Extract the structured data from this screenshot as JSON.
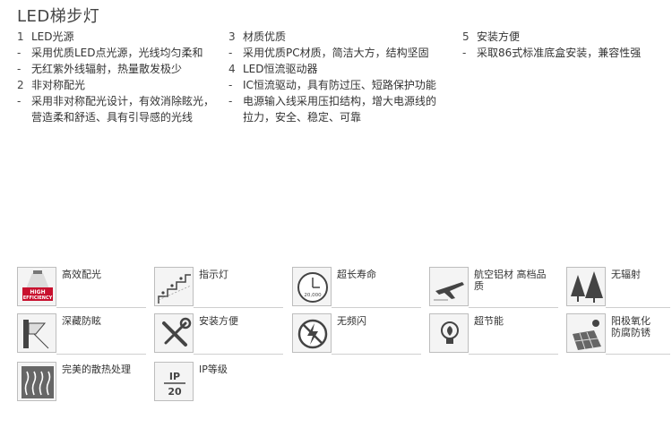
{
  "title": "LED梯步灯",
  "columns": [
    [
      {
        "m": "1",
        "t": "LED光源"
      },
      {
        "m": "-",
        "t": "采用优质LED点光源，光线均匀柔和"
      },
      {
        "m": "-",
        "t": "无红紫外线辐射，热量散发极少"
      },
      {
        "m": "2",
        "t": "非对称配光"
      },
      {
        "m": "-",
        "t": "采用非对称配光设计，有效消除眩光，"
      },
      {
        "m": "",
        "t": "营造柔和舒适、具有引导感的光线"
      }
    ],
    [
      {
        "m": "3",
        "t": "材质优质"
      },
      {
        "m": "-",
        "t": "采用优质PC材质，简洁大方，结构坚固"
      },
      {
        "m": "4",
        "t": "LED恒流驱动器"
      },
      {
        "m": "-",
        "t": "IC恒流驱动，具有防过压、短路保护功能"
      },
      {
        "m": "-",
        "t": "电源输入线采用压扣结构，增大电源线的"
      },
      {
        "m": "",
        "t": "拉力，安全、稳定、可靠"
      }
    ],
    [
      {
        "m": "5",
        "t": "安装方便"
      },
      {
        "m": "-",
        "t": "采取86式标准底盒安装，兼容性强"
      }
    ]
  ],
  "features": [
    {
      "label": "高效配光",
      "icon": "high-efficiency-icon",
      "badge_line1": "HIGH",
      "badge_line2": "EFFICIENCY"
    },
    {
      "label": "指示灯",
      "icon": "stair-light-icon"
    },
    {
      "label": "超长寿命",
      "icon": "clock-lifespan-icon",
      "value": "20,000"
    },
    {
      "label": "航空铝材 高档品质",
      "icon": "airplane-icon"
    },
    {
      "label": "无辐射",
      "icon": "trees-icon"
    },
    {
      "label": "深藏防眩",
      "icon": "anti-glare-icon"
    },
    {
      "label": "安装方便",
      "icon": "tools-icon"
    },
    {
      "label": "无频闪",
      "icon": "no-flicker-icon"
    },
    {
      "label": "超节能",
      "icon": "bulb-leaf-icon"
    },
    {
      "label": "阳极氧化\n防腐防锈",
      "icon": "solar-panel-icon"
    },
    {
      "label": "完美的散热处理",
      "icon": "heat-dissipation-icon"
    },
    {
      "label": "IP等级",
      "icon": "ip-rating-icon",
      "ip_top": "IP",
      "ip_bottom": "20"
    }
  ],
  "colors": {
    "badge_red": "#c8102e",
    "icon_dark": "#444444",
    "border": "#bdbdbd"
  }
}
